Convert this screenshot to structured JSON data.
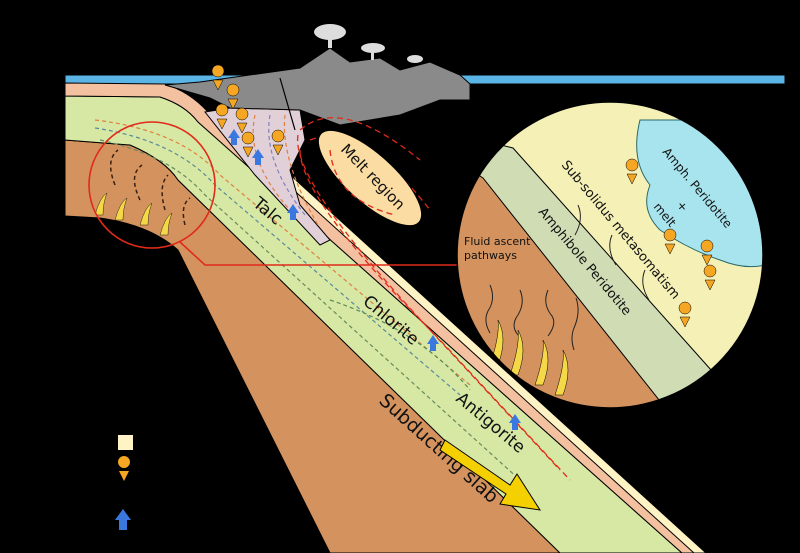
{
  "labels": {
    "talc": "Talc",
    "chlorite": "Chlorite",
    "antigorite": "Antigorite",
    "subducting_slab": "Subducting slab",
    "melt_region": "Melt region"
  },
  "inset": {
    "fluid_line1": "Fluid ascent",
    "fluid_line2": "pathways",
    "amphibole": "Amphibole Peridotite",
    "subsolidus": "Sub-solidus metasomatism",
    "amph_melt_1": "Amph. Peridotite",
    "amph_melt_2": "+",
    "amph_melt_3": "melt"
  },
  "legend": {
    "items": [
      {
        "icon": "square-icon",
        "color": "#fdf3c4"
      },
      {
        "icon": "melt-droplet-icon",
        "color": "#f5a623"
      },
      {
        "icon": "fluid-arrow-icon",
        "color": "#3a78e0"
      }
    ]
  },
  "colors": {
    "water": "#5ab4e5",
    "crust": "#f4c1a0",
    "mantle": "#d6e8a4",
    "slab": "#d4935e",
    "wedge": "#e2d0d9",
    "volcano": "#8a8a8a",
    "melt": "#fbdca2",
    "highlight": "#e02a1a"
  }
}
